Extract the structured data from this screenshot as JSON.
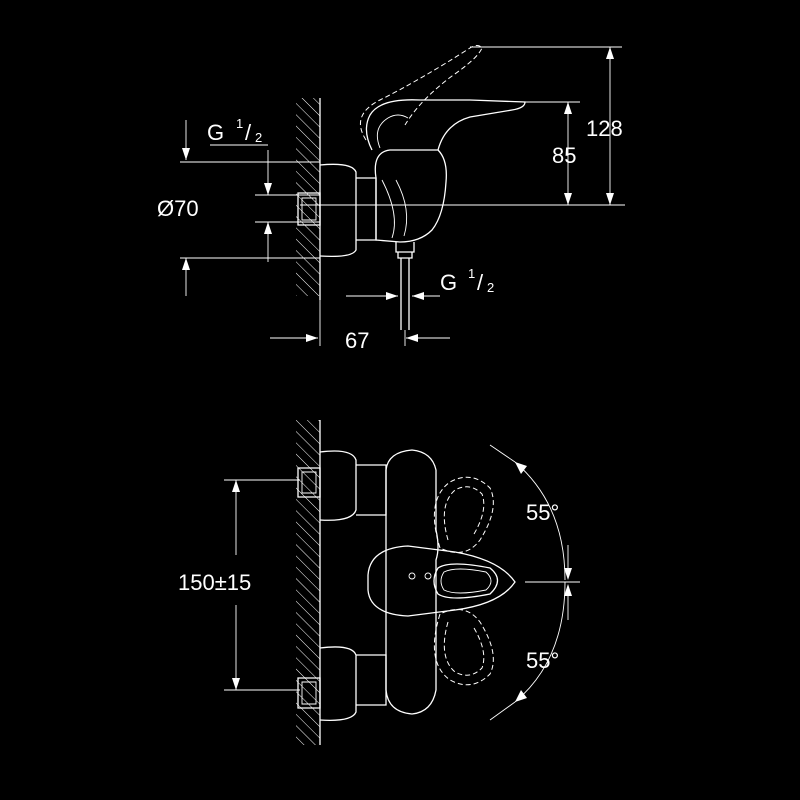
{
  "top_view": {
    "g_inlet": {
      "g": "G",
      "num": "1",
      "den": "2"
    },
    "diameter": "Ø70",
    "dim_128": "128",
    "dim_85": "85",
    "dim_67": "67",
    "g_outlet": {
      "g": "G",
      "num": "1",
      "den": "2"
    }
  },
  "bottom_view": {
    "angle_top": "55°",
    "angle_bottom": "55°",
    "spacing": "150±15"
  },
  "colors": {
    "background": "#000000",
    "line": "#ffffff"
  }
}
